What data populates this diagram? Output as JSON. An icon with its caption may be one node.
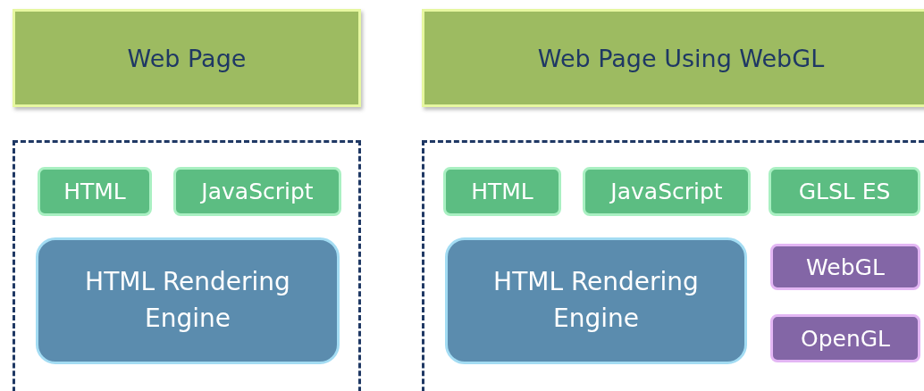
{
  "diagram": {
    "nodes": [
      {
        "text": [
          "Web Page"
        ]
      },
      {
        "text": [],
        "shape": "box"
      },
      {
        "text": [
          "HTML"
        ],
        "in": 1
      },
      {
        "text": [
          "JavaScript"
        ],
        "in": 1
      },
      {
        "text": [
          "HTML Rendering Engine"
        ],
        "in": 1
      },
      {
        "text": [
          "Web Page Using WebGL"
        ]
      },
      {
        "text": [],
        "shape": "box"
      },
      {
        "text": [
          "HTML"
        ],
        "in": 6
      },
      {
        "text": [
          "JavaScript"
        ],
        "in": 6
      },
      {
        "text": [
          "GLSL ES"
        ],
        "in": 6
      },
      {
        "text": [
          "HTML Rendering Engine"
        ],
        "in": 6
      },
      {
        "text": [
          "WebGL"
        ],
        "in": 6
      },
      {
        "text": [
          "OpenGL"
        ],
        "in": 6
      }
    ]
  }
}
